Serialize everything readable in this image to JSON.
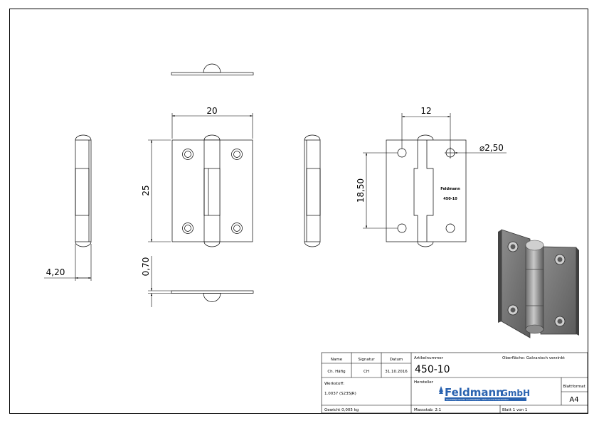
{
  "dimensions": {
    "width_top": "20",
    "height_left": "25",
    "thickness_side": "4,20",
    "leaf_thickness": "0,70",
    "hole_spacing_h": "12",
    "hole_spacing_v": "18,50",
    "hole_diameter": "⌀2,50"
  },
  "part_marking": {
    "brand": "Feldmann",
    "number": "450-10"
  },
  "title_block": {
    "col_name": "Name",
    "col_signatur": "Signatur",
    "col_datum": "Datum",
    "name_value": "Ch. Häfig",
    "signatur_value": "CH",
    "datum_value": "31.10.2016",
    "artikel_label": "Artikelnummer",
    "artikel_value": "450-10",
    "oberflaeche": "Oberfläche: Galvanisch verzinkt",
    "werkstoff_label": "Werkstoff:",
    "werkstoff_value": "1.0037 (S235JR)",
    "hersteller_label": "Hersteller",
    "logo_text": "Feldmann",
    "logo_suffix": "GmbH",
    "logo_tagline": "Qualitätsprodukte aus Edelstahl, Stahl und Schmiedeeisen",
    "blattformat_label": "Blattformat",
    "blattformat_value": "A4",
    "gewicht": "Gewicht 0,005 kg",
    "massstab": "Massstab: 2:1",
    "blatt": "Blatt 1 von 1"
  }
}
